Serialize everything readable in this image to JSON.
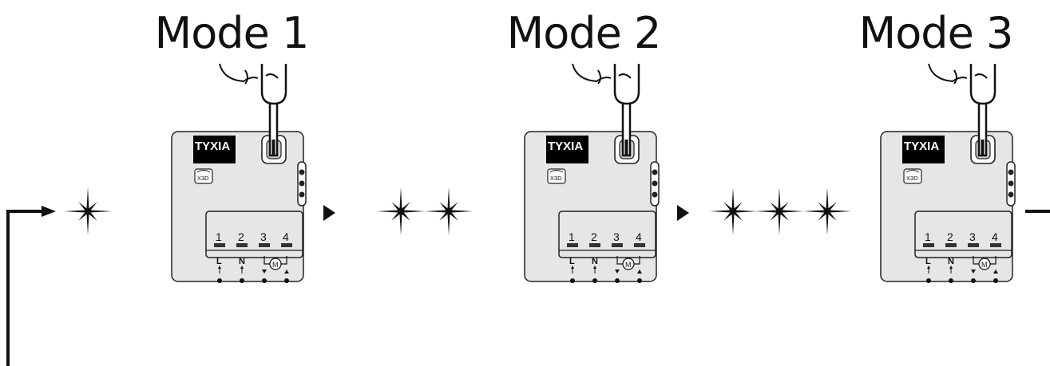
{
  "modes": [
    {
      "title": "Mode 1",
      "flashes": 1
    },
    {
      "title": "Mode 2",
      "flashes": 2
    },
    {
      "title": "Mode 3",
      "flashes": 3
    }
  ],
  "device": {
    "brand": "TYXIA",
    "badge": "X3D",
    "terminals": [
      "1",
      "2",
      "3",
      "4"
    ],
    "wiring_labels": [
      "L",
      "N",
      "M"
    ]
  },
  "colors": {
    "ink": "#111111",
    "device_body": "#e6e6e6",
    "brand_bg": "#000000",
    "brand_fg": "#ffffff"
  },
  "icons": [
    "screwdriver-hand-icon",
    "flash-star-icon",
    "arrow-right-icon",
    "motor-icon"
  ]
}
